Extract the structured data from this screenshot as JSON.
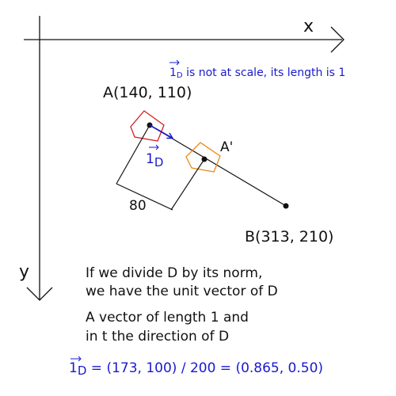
{
  "axes": {
    "x_label": "x",
    "y_label": "y"
  },
  "note": {
    "symbol": "1",
    "subscript": "D",
    "text": " is not at scale, its length is 1",
    "color": "#1a1acc"
  },
  "points": {
    "a_label": "A(140, 110)",
    "a_prime_label": "A'",
    "b_label": "B(313, 210)"
  },
  "unit_vector": {
    "symbol": "1",
    "subscript": "D",
    "color": "#1a1acc"
  },
  "dimension": {
    "label": "80"
  },
  "explanation": {
    "line1": "If we divide D by its norm,",
    "line2": "we have the unit vector of D",
    "line3": "A vector of length 1 and",
    "line4": "in t the direction of D"
  },
  "formula": {
    "symbol": "1",
    "subscript": "D",
    "text": " = (173, 100) / 200 = (0.865, 0.50)",
    "color": "#1a1acc"
  },
  "colors": {
    "pentagon_a": "#d42020",
    "pentagon_a_prime": "#e88a18",
    "axes": "#111111",
    "text": "#111111"
  }
}
